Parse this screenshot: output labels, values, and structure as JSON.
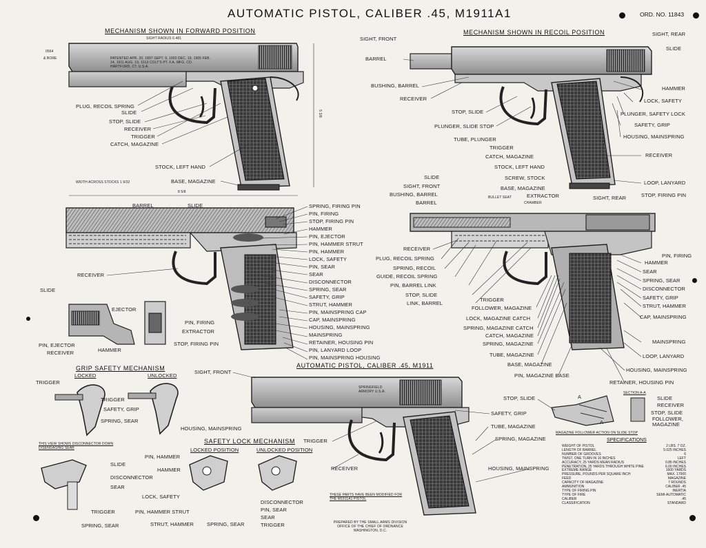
{
  "title": "AUTOMATIC PISTOL, CALIBER .45, M1911A1",
  "ord_no": "ORD. NO. 11843",
  "top_left": {
    "heading": "MECHANISM SHOWN IN FORWARD POSITION",
    "sight_radius": "SIGHT RADIUS 6.481",
    "marks": [
      "0564",
      "& BORE"
    ],
    "labels": [
      "PLUG, RECOIL SPRING",
      "SLIDE",
      "STOP, SLIDE",
      "RECEIVER",
      "TRIGGER",
      "CATCH, MAGAZINE",
      "STOCK, LEFT HAND",
      "BASE, MAGAZINE"
    ],
    "width_note": "WIDTH ACROSS STOCKS 1 9/32",
    "height_dim": "5 3/8",
    "length_dim": "8 5/8",
    "engraving": "PATENTED APR. 20, 1897 SEPT. 9, 1902 DEC. 19, 1905 FEB. 14, 1911 AUG. 19, 1913 COLT'S PT. F.A. MFG. CO. HARTFORD, CT. U.S.A."
  },
  "top_right": {
    "heading": "MECHANISM SHOWN IN RECOIL POSITION",
    "labels_left": [
      "SIGHT, FRONT",
      "BARREL",
      "BUSHING, BARREL",
      "RECEIVER",
      "STOP, SLIDE",
      "PLUNGER, SLIDE STOP",
      "TUBE, PLUNGER",
      "TRIGGER",
      "CATCH, MAGAZINE",
      "STOCK, LEFT HAND",
      "SCREW, STOCK",
      "BASE, MAGAZINE"
    ],
    "labels_right": [
      "SIGHT, REAR",
      "SLIDE",
      "HAMMER",
      "LOCK, SAFETY",
      "PLUNGER, SAFETY LOCK",
      "SAFETY, GRIP",
      "HOUSING, MAINSPRING",
      "RECEIVER",
      "LOOP, LANYARD"
    ]
  },
  "mid_left": {
    "labels_top": [
      "BARREL",
      "SLIDE"
    ],
    "labels_right": [
      "SPRING, FIRING PIN",
      "PIN, FIRING",
      "STOP, FIRING PIN",
      "HAMMER",
      "PIN, EJECTOR",
      "PIN, HAMMER STRUT",
      "PIN, HAMMER",
      "LOCK, SAFETY",
      "PIN, SEAR",
      "SEAR",
      "DISCONNECTOR",
      "SPRING, SEAR",
      "SAFETY, GRIP",
      "STRUT, HAMMER",
      "PIN, MAINSPRING CAP",
      "CAP, MAINSPRING",
      "HOUSING, MAINSPRING",
      "MAINSPRING",
      "RETAINER, HOUSING PIN",
      "PIN, LANYARD LOOP",
      "PIN, MAINSPRING HOUSING"
    ],
    "receiver": "RECEIVER",
    "inset_labels": [
      "SLIDE",
      "EJECTOR",
      "PIN, EJECTOR",
      "RECEIVER",
      "HAMMER",
      "PIN, FIRING",
      "EXTRACTOR",
      "STOP, FIRING PIN"
    ]
  },
  "mid_right": {
    "labels_left": [
      "SLIDE",
      "SIGHT, FRONT",
      "BUSHING, BARREL",
      "BARREL",
      "RECEIVER",
      "PLUG, RECOIL SPRING",
      "SPRING, RECOIL",
      "GUIDE, RECOIL SPRING",
      "PIN, BARREL LINK",
      "STOP, SLIDE",
      "LINK, BARREL",
      "TRIGGER",
      "FOLLOWER, MAGAZINE",
      "LOCK, MAGAZINE CATCH",
      "SPRING, MAGAZINE CATCH",
      "CATCH, MAGAZINE",
      "SPRING, MAGAZINE",
      "TUBE, MAGAZINE",
      "BASE, MAGAZINE",
      "PIN, MAGAZINE BASE"
    ],
    "labels_top": [
      "BULLET SEAT",
      "EXTRACTOR",
      "CHAMBER",
      "SIGHT, REAR",
      "STOP, FIRING PIN"
    ],
    "labels_right": [
      "PIN, FIRING",
      "HAMMER",
      "SEAR",
      "SPRING, SEAR",
      "DISCONNECTOR",
      "SAFETY, GRIP",
      "STRUT, HAMMER",
      "CAP, MAINSPRING",
      "MAINSPRING",
      "LOOP, LANYARD",
      "HOUSING, MAINSPRING",
      "RETAINER, HOUSING PIN"
    ]
  },
  "grip_safety": {
    "heading": "GRIP SAFETY MECHANISM",
    "locked": "LOCKED",
    "unlocked": "UNLOCKED",
    "labels": [
      "TRIGGER",
      "TRIGGER",
      "SAFETY, GRIP",
      "SPRING, SEAR",
      "HOUSING, MAINSPRING"
    ]
  },
  "disconnector_view": {
    "heading": "THIS VIEW SHOWS DISCONNECTOR DOWN DISENGAGING SEAR",
    "labels": [
      "SLIDE",
      "DISCONNECTOR",
      "SEAR",
      "TRIGGER",
      "SPRING, SEAR"
    ]
  },
  "safety_lock": {
    "heading": "SAFETY LOCK MECHANISM",
    "locked": "LOCKED POSITION",
    "unlocked": "UNLOCKED POSITION",
    "labels": [
      "PIN, HAMMER",
      "HAMMER",
      "LOCK, SAFETY",
      "PIN, HAMMER STRUT",
      "STRUT, HAMMER",
      "SPRING, SEAR",
      "DISCONNECTOR",
      "PIN, SEAR",
      "SEAR",
      "TRIGGER"
    ]
  },
  "m1911": {
    "heading": "AUTOMATIC PISTOL, CALIBER .45, M1911",
    "labels": [
      "SIGHT, FRONT",
      "TRIGGER",
      "RECEIVER",
      "STOP, SLIDE",
      "SAFETY, GRIP",
      "TUBE, MAGAZINE",
      "SPRING, MAGAZINE",
      "HOUSING, MAINSPRING"
    ],
    "note": "THESE PARTS HAVE BEEN MODIFIED FOR THE M1911A1 PISTOL",
    "armory": "SPRINGFIELD ARMORY U.S.A.",
    "prepared": "PREPARED BY THE SMALL ARMS DIVISION OFFICE OF THE CHIEF OF ORDNANCE WASHINGTON, D.C."
  },
  "magazine_view": {
    "section_label": "SECTION A-A",
    "labels": [
      "SLIDE",
      "RECEIVER",
      "STOP, SLIDE",
      "FOLLOWER, MAGAZINE"
    ],
    "caption": "MAGAZINE FOLLOWER ACTION ON SLIDE STOP",
    "marks": [
      "A",
      "A"
    ]
  },
  "specifications": {
    "heading": "SPECIFICATIONS",
    "rows": [
      [
        "WEIGHT OF PISTOL",
        "2 LBS. 7 OZ."
      ],
      [
        "LENGTH OF BARREL",
        "5.025 INCHES"
      ],
      [
        "NUMBER OF GROOVES",
        "6"
      ],
      [
        "TWIST, ONE TURN IN 16 INCHES",
        "LEFT"
      ],
      [
        "ACCURACY, 25 YARDS MEAN RADIUS",
        "0.85 INCHES"
      ],
      [
        "PENETRATION, 25 YARDS THROUGH WHITE PINE",
        "6.00 INCHES"
      ],
      [
        "EXTREME RANGE",
        "1600 YARDS"
      ],
      [
        "PRESSURE, POUNDS PER SQUARE INCH",
        "MAX. 17000"
      ],
      [
        "FEED",
        "MAGAZINE"
      ],
      [
        "CAPACITY OF MAGAZINE",
        "7 ROUNDS"
      ],
      [
        "AMMUNITION",
        "CALIBER .45"
      ],
      [
        "TYPE OF FIRING PIN",
        "INERTIA"
      ],
      [
        "TYPE OF FIRE",
        "SEMI-AUTOMATIC"
      ],
      [
        "CALIBER",
        ".45"
      ],
      [
        "CLASSIFICATION",
        "STANDARD"
      ]
    ]
  },
  "colors": {
    "paper": "#f3f1ec",
    "ink": "#1a1a1a",
    "metal": "#9a9a9a",
    "grip": "#2e2e2e"
  }
}
